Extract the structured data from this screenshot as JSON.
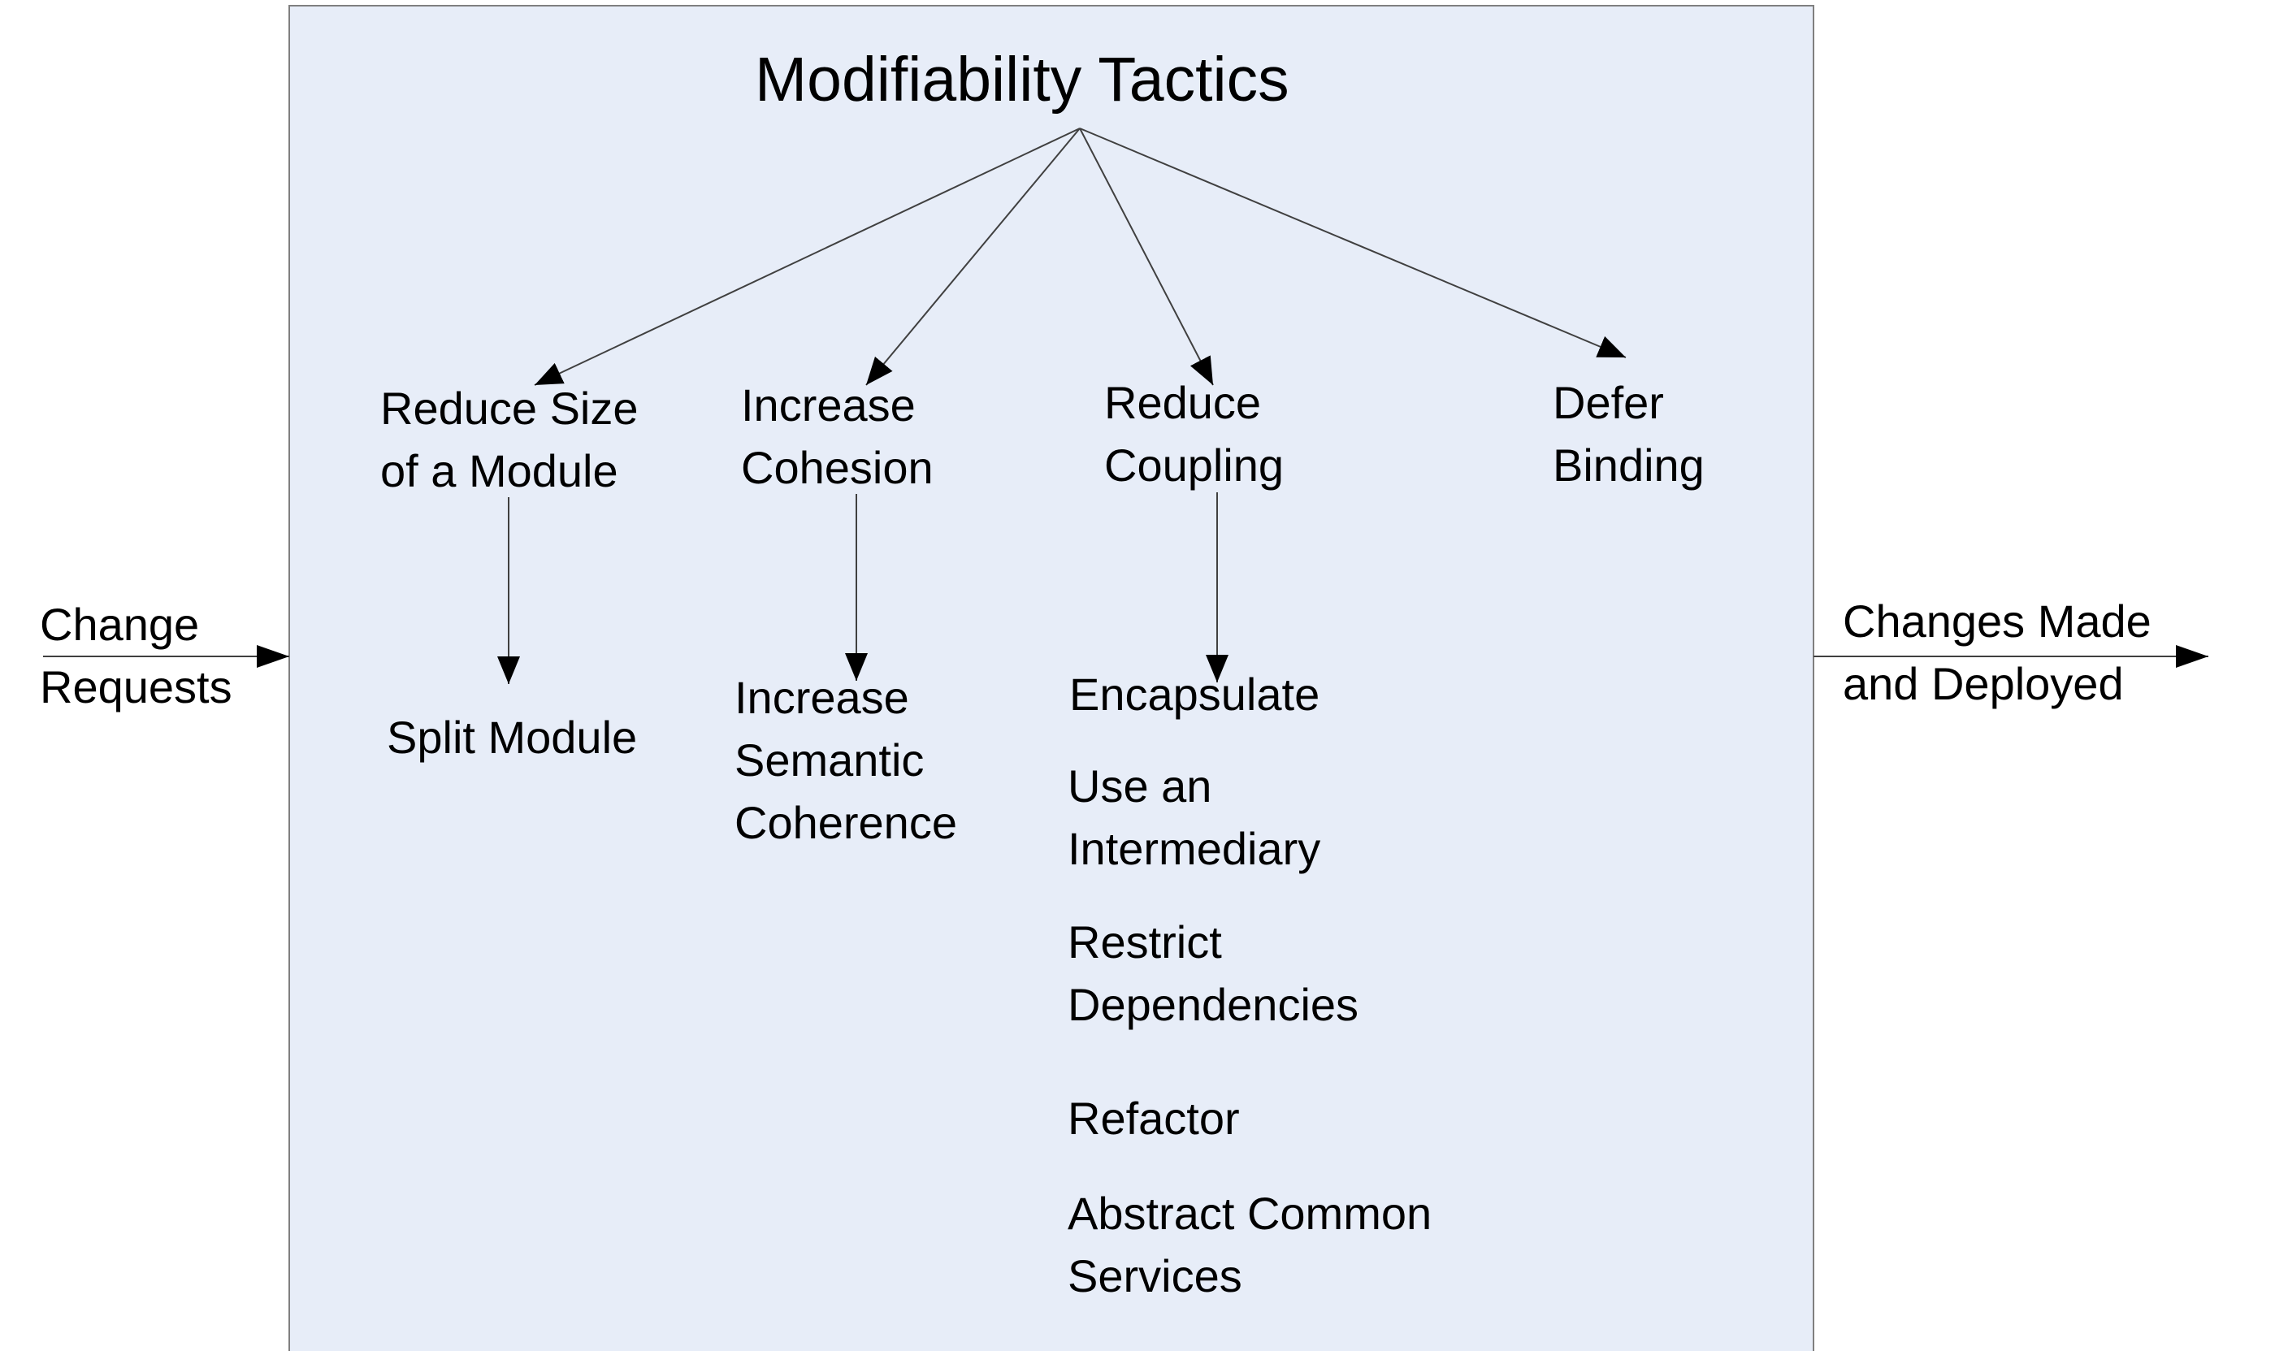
{
  "colors": {
    "panel_fill": "#e7edf8",
    "panel_stroke": "#7f7f7f",
    "line": "#404040",
    "arrowhead": "#000000",
    "text": "#000000"
  },
  "diagram": {
    "title": "Modifiability Tactics",
    "input": {
      "line1": "Change",
      "line2": "Requests"
    },
    "output": {
      "line1": "Changes Made",
      "line2": "and Deployed"
    },
    "categories": [
      {
        "line1": "Reduce Size",
        "line2": "of a Module",
        "tactics": [
          {
            "line1": "Split Module"
          }
        ]
      },
      {
        "line1": "Increase",
        "line2": "Cohesion",
        "tactics": [
          {
            "line1": "Increase",
            "line2": "Semantic",
            "line3": "Coherence"
          }
        ]
      },
      {
        "line1": "Reduce",
        "line2": "Coupling",
        "tactics": [
          {
            "line1": "Encapsulate"
          },
          {
            "line1": "Use an",
            "line2": "Intermediary"
          },
          {
            "line1": "Restrict",
            "line2": "Dependencies"
          },
          {
            "line1": "Refactor"
          },
          {
            "line1": "Abstract Common",
            "line2": "Services"
          }
        ]
      },
      {
        "line1": "Defer",
        "line2": "Binding",
        "tactics": []
      }
    ]
  }
}
